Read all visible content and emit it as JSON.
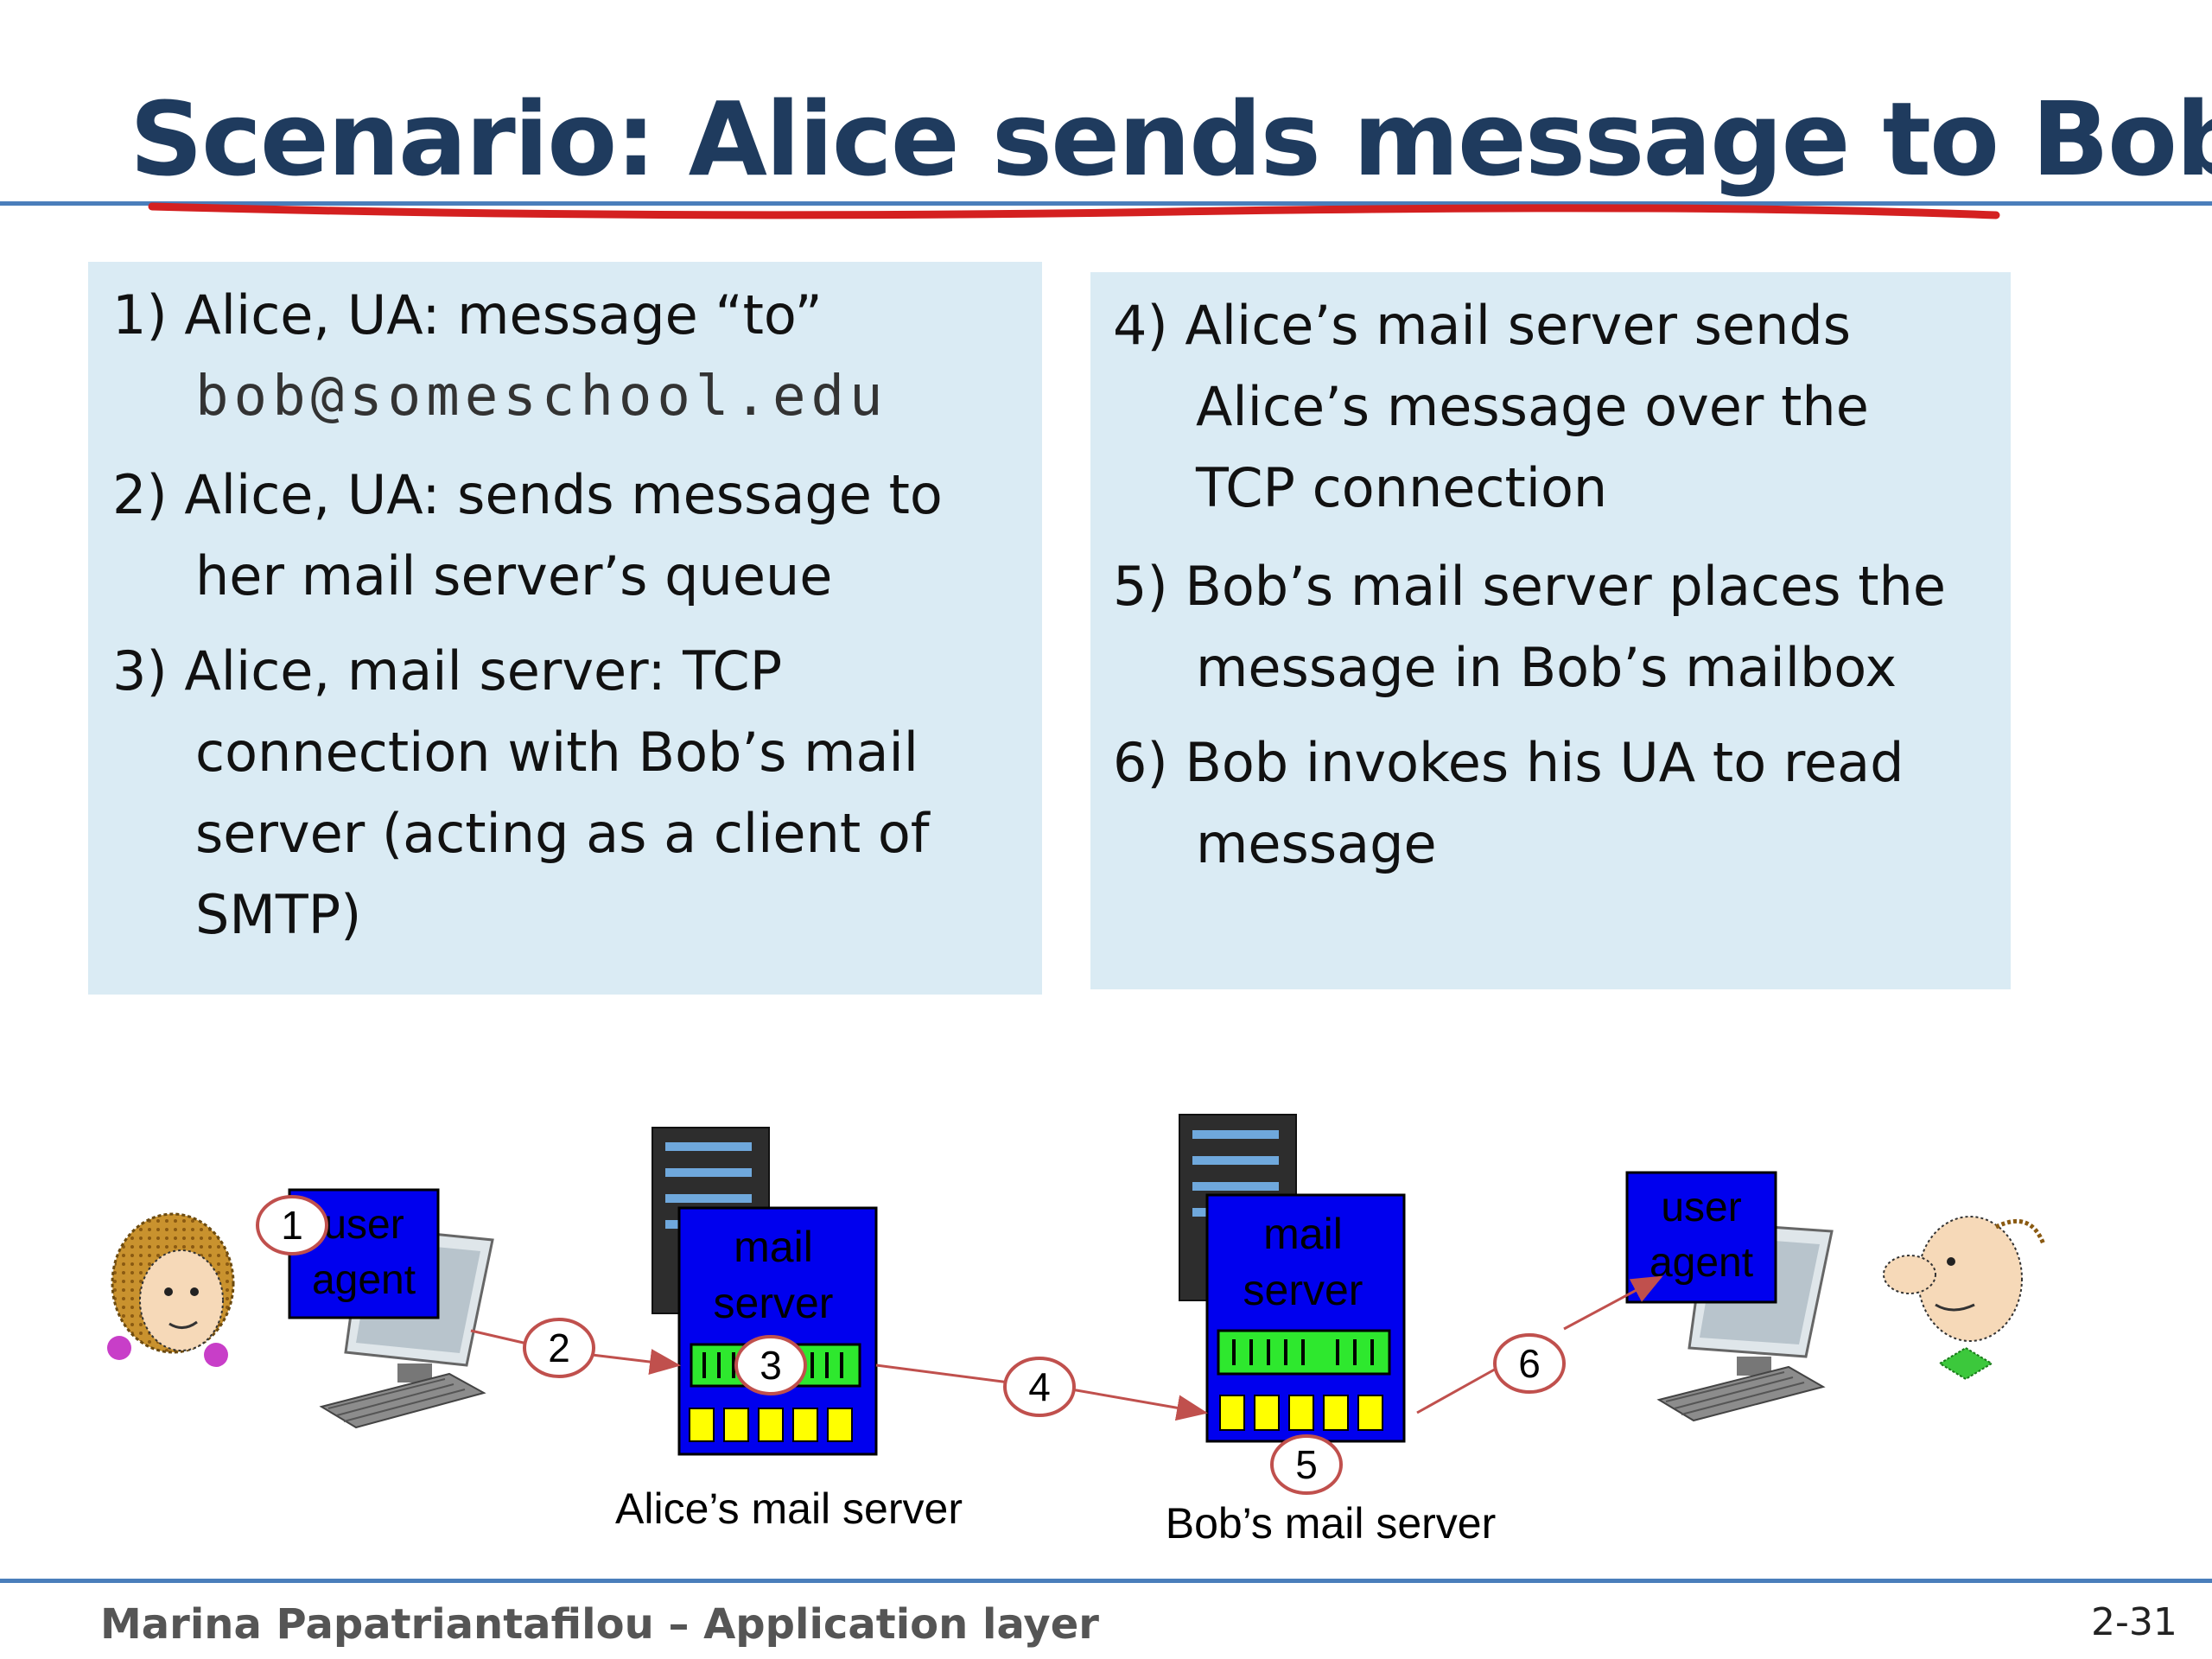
{
  "slide": {
    "title": "Scenario: Alice sends message to Bob"
  },
  "steps_left": {
    "s1_line1": "1) Alice, UA: message “to”",
    "s1_email": "bob@someschool.edu",
    "s2_line1": "2) Alice, UA: sends message to",
    "s2_line2": "her mail server’s queue",
    "s3_line1": "3) Alice,  mail server: TCP",
    "s3_line2": "connection with Bob’s mail",
    "s3_line3": "server (acting as a client of",
    "s3_line4": "SMTP)"
  },
  "steps_right": {
    "s4_line1": "4) Alice’s mail server sends",
    "s4_line2": "Alice’s message over the",
    "s4_line3": "TCP connection",
    "s5_line1": "5) Bob’s mail server places the",
    "s5_line2": "message in Bob’s mailbox",
    "s6_line1": "6) Bob invokes his UA to read",
    "s6_line2": "message"
  },
  "diagram": {
    "alice_ua_line1": "user",
    "alice_ua_line2": "agent",
    "bob_ua_line1": "user",
    "bob_ua_line2": "agent",
    "alice_server_line1": "mail",
    "alice_server_line2": "server",
    "bob_server_line1": "mail",
    "bob_server_line2": "server",
    "alice_server_caption": "Alice’s mail server",
    "bob_server_caption": "Bob’s mail server",
    "step_numbers": [
      "1",
      "2",
      "3",
      "4",
      "5",
      "6"
    ],
    "colors": {
      "server_blue": "#0000ee",
      "queue_green": "#2ee82e",
      "mailbox_yellow": "#ffff00",
      "arrow_red": "#c0504d"
    }
  },
  "footer": {
    "author": "Marina Papatriantafilou –  Application layer",
    "page_number": "2-31"
  }
}
